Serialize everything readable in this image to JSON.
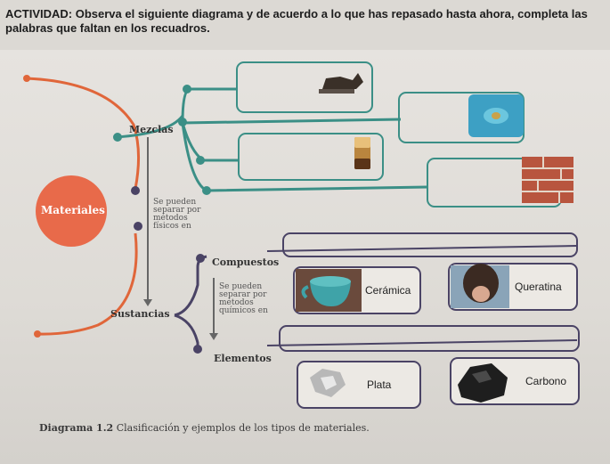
{
  "instruction": {
    "line1": "ACTIVIDAD: Observa el siguiente diagrama y de acuerdo a lo que has repasado hasta ahora, completa las",
    "line2": "palabras que faltan en los recuadros."
  },
  "diagram": {
    "root": "Materiales",
    "mezclas": "Mezclas",
    "sustancias": "Sustancias",
    "separation_physical": [
      "Se pueden",
      "separar por",
      "métodos",
      "físicos en"
    ],
    "compuestos": "Compuestos",
    "separation_chemical": [
      "Se pueden",
      "separar por",
      "métodos",
      "químicos en"
    ],
    "elementos": "Elementos",
    "examples": {
      "ceramica": "Cerámica",
      "queratina": "Queratina",
      "plata": "Plata",
      "carbono": "Carbono"
    }
  },
  "caption": {
    "number": "Diagrama 1.2",
    "text": "Clasificación y ejemplos de los tipos de materiales."
  },
  "colors": {
    "teal": "#3b8f86",
    "orange": "#e0663a",
    "purple": "#4a4365",
    "red_circle": "#e86a4a"
  }
}
